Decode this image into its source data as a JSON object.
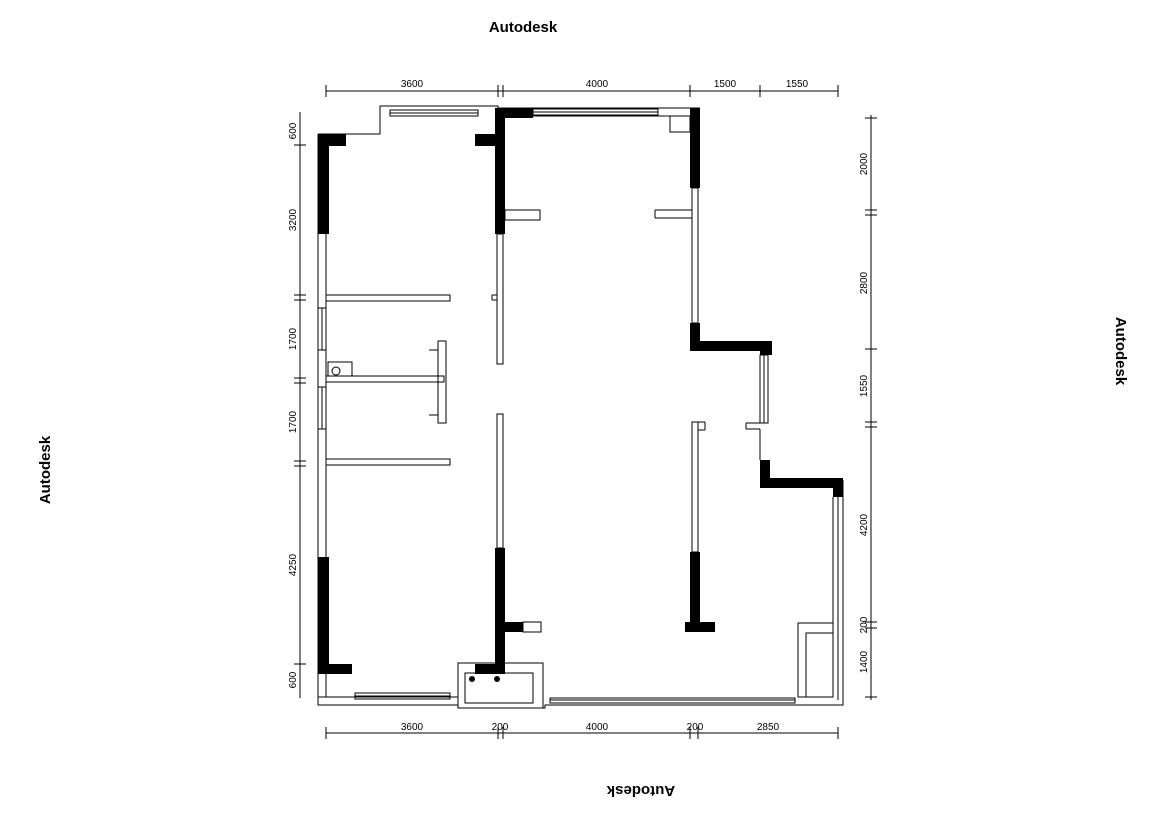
{
  "watermarks": {
    "top": "Autodesk",
    "bottom": "Autodesk",
    "left": "Autodesk",
    "right": "Autodesk"
  },
  "dimensions": {
    "top": [
      "3600",
      "4000",
      "1500",
      "1550"
    ],
    "bottom": [
      "3600",
      "200",
      "4000",
      "200",
      "2850"
    ],
    "left": [
      "600",
      "3200",
      "1700",
      "1700",
      "4250",
      "600"
    ],
    "right": [
      "2000",
      "2800",
      "1550",
      "4200",
      "200",
      "1400"
    ]
  },
  "colors": {
    "wall_fill": "#000000",
    "line": "#000000",
    "background": "#ffffff"
  }
}
